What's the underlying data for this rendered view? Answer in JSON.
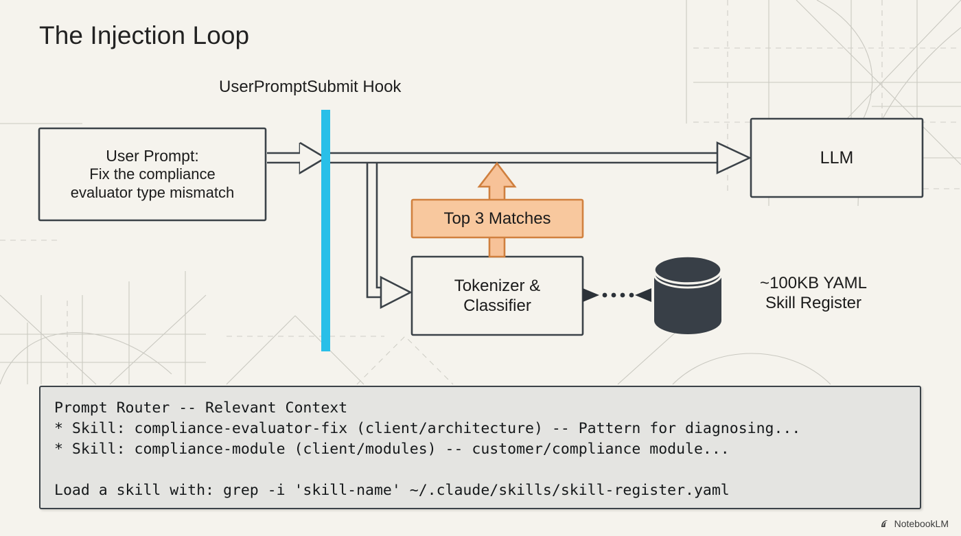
{
  "slide": {
    "title": "The Injection Loop",
    "background_color": "#f5f3ed"
  },
  "hook": {
    "label": "UserPromptSubmit Hook",
    "bar_color": "#29bfe8"
  },
  "nodes": {
    "user_prompt": {
      "title": "User Prompt:",
      "line2": "Fix the compliance",
      "line3": "evaluator type mismatch",
      "fill": "#f5f3ed",
      "stroke": "#3b4248"
    },
    "llm": {
      "label": "LLM",
      "fill": "#f5f3ed",
      "stroke": "#3b4248"
    },
    "top_matches": {
      "label": "Top 3 Matches",
      "fill": "#f8c89e",
      "stroke": "#d1813f"
    },
    "classifier": {
      "line1": "Tokenizer &",
      "line2": "Classifier",
      "fill": "#f5f3ed",
      "stroke": "#3b4248"
    },
    "skill_register": {
      "line1": "~100KB YAML",
      "line2": "Skill Register",
      "cylinder_fill": "#383f47"
    }
  },
  "code_panel": {
    "fill": "#e4e4e1",
    "stroke": "#3b4248",
    "lines": [
      "Prompt Router -- Relevant Context",
      "* Skill: compliance-evaluator-fix (client/architecture) -- Pattern for diagnosing...",
      "* Skill: compliance-module (client/modules) -- customer/compliance module...",
      "",
      "Load a skill with: grep -i 'skill-name' ~/.claude/skills/skill-register.yaml"
    ]
  },
  "watermark": {
    "label": "NotebookLM"
  }
}
